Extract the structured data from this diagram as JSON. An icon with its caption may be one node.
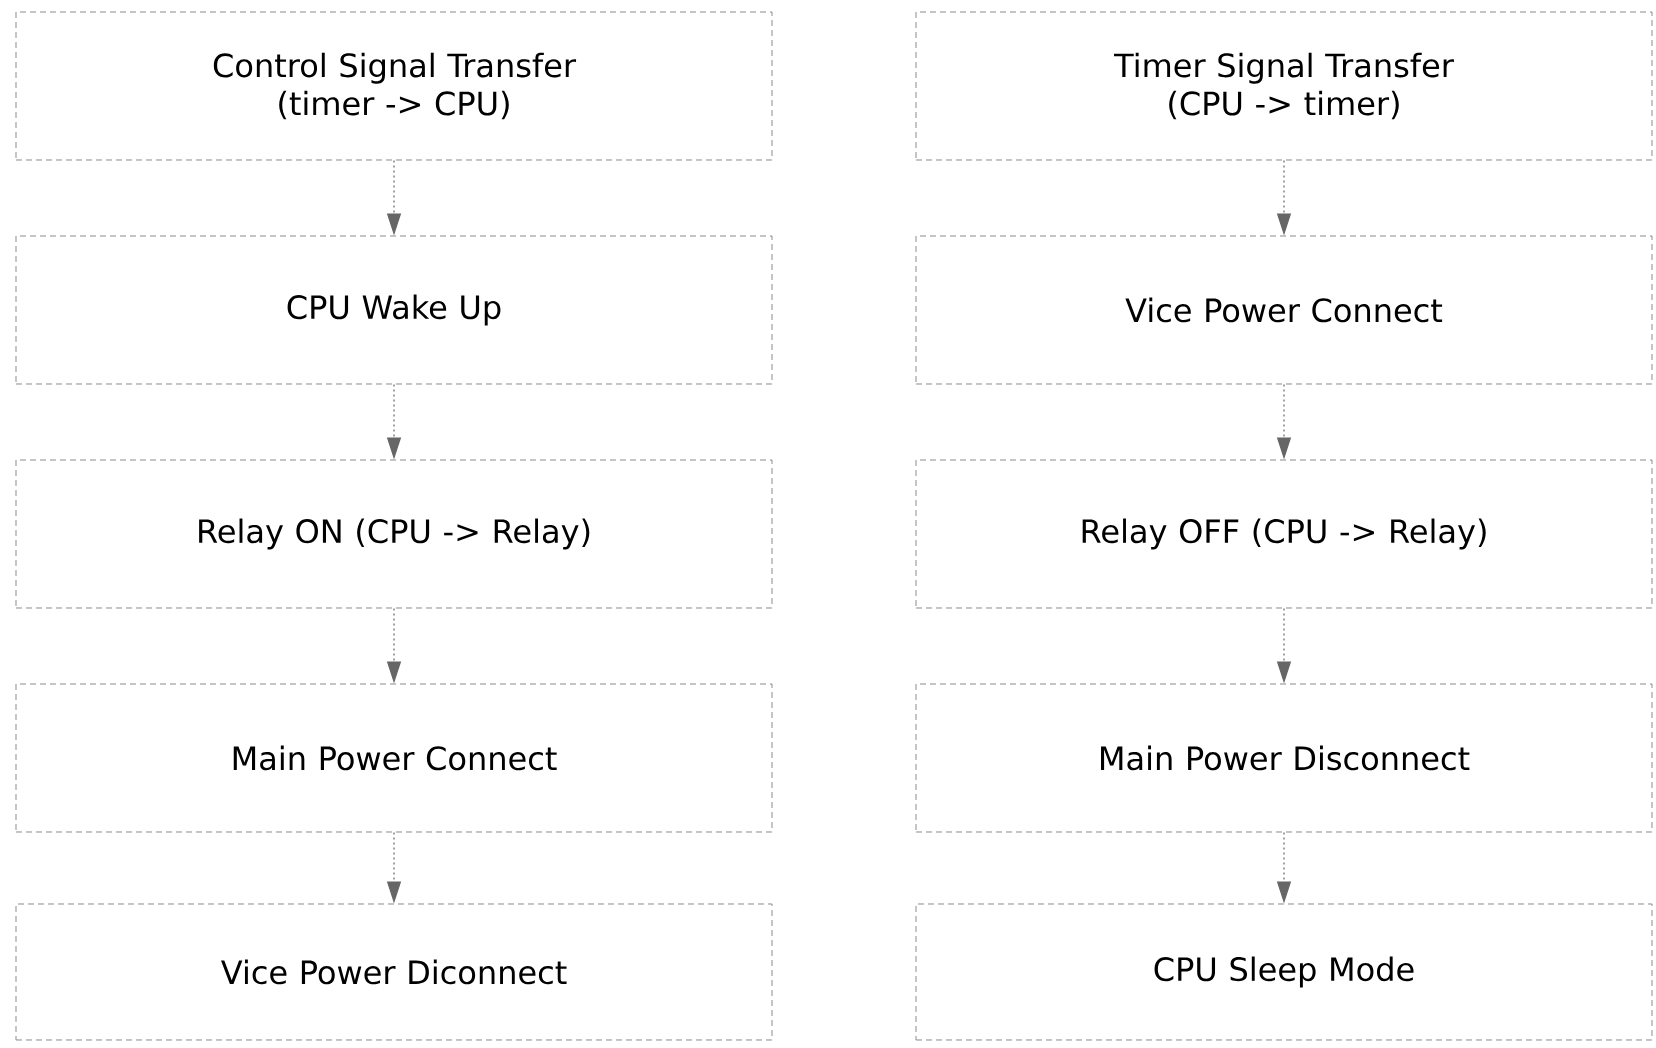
{
  "diagram": {
    "nodes": [
      {
        "text": [
          "Control Signal Transfer (timer -> CPU)"
        ]
      },
      {
        "text": [
          "CPU Wake Up"
        ]
      },
      {
        "text": [
          "Relay ON (CPU -> Relay)"
        ]
      },
      {
        "text": [
          "Main Power Connect"
        ]
      },
      {
        "text": [
          "Vice Power Diconnect"
        ]
      },
      {
        "text": [
          "Timer Signal Transfer (CPU -> timer)"
        ]
      },
      {
        "text": [
          "Vice Power Connect"
        ]
      },
      {
        "text": [
          "Relay OFF (CPU -> Relay)"
        ]
      },
      {
        "text": [
          "Main Power Disconnect"
        ]
      },
      {
        "text": [
          "CPU Sleep Mode"
        ]
      }
    ],
    "edges": [
      {
        "from": 0,
        "to": 1,
        "arrow": "to",
        "style": "dashed"
      },
      {
        "from": 1,
        "to": 2,
        "arrow": "to",
        "style": "dashed"
      },
      {
        "from": 2,
        "to": 3,
        "arrow": "to",
        "style": "dashed"
      },
      {
        "from": 3,
        "to": 4,
        "arrow": "to",
        "style": "dashed"
      },
      {
        "from": 5,
        "to": 6,
        "arrow": "to",
        "style": "dashed"
      },
      {
        "from": 6,
        "to": 7,
        "arrow": "to",
        "style": "dashed"
      },
      {
        "from": 7,
        "to": 8,
        "arrow": "to",
        "style": "dashed"
      },
      {
        "from": 8,
        "to": 9,
        "arrow": "to",
        "style": "dashed"
      }
    ]
  }
}
